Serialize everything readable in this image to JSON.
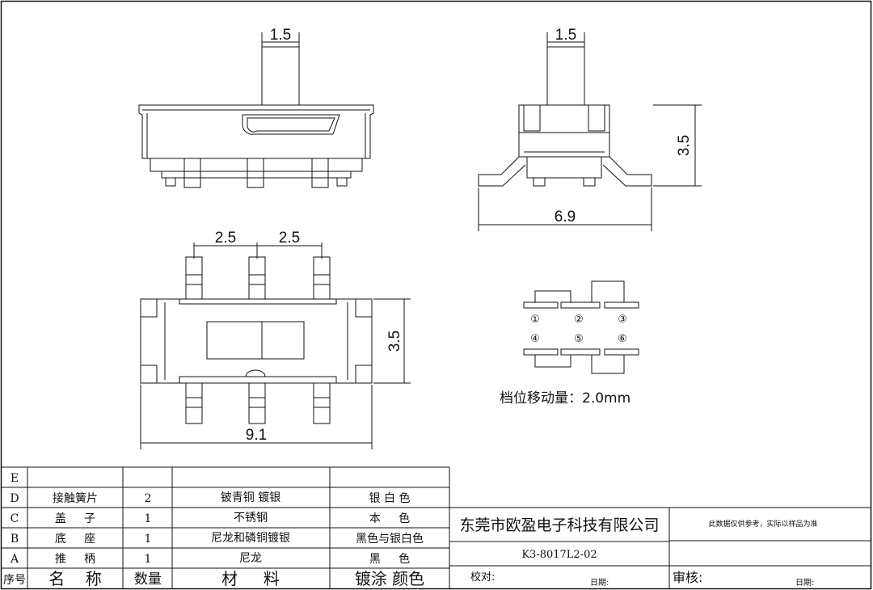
{
  "dimensions": {
    "front_actuator_width": "1.5",
    "side_actuator_width": "1.5",
    "side_height": "3.5",
    "side_total_width": "6.9",
    "top_pitch_left": "2.5",
    "top_pitch_right": "2.5",
    "top_body_height": "3.5",
    "top_body_length": "9.1"
  },
  "pin_diagram": {
    "pins": [
      "①",
      "②",
      "③",
      "④",
      "⑤",
      "⑥"
    ],
    "travel_note": "档位移动量：2.0mm"
  },
  "parts_table": {
    "rows": [
      {
        "seq": "E",
        "name": "",
        "qty": "",
        "material": "",
        "finish": ""
      },
      {
        "seq": "D",
        "name": "接触簧片",
        "qty": "2",
        "material": "铍青铜 镀银",
        "finish": "银 白 色"
      },
      {
        "seq": "C",
        "name": "盖     子",
        "qty": "1",
        "material": "不锈钢",
        "finish": "本     色"
      },
      {
        "seq": "B",
        "name": "底     座",
        "qty": "1",
        "material": "尼龙和磷铜镀银",
        "finish": "黑色与银白色"
      },
      {
        "seq": "A",
        "name": "推     柄",
        "qty": "1",
        "material": "尼龙",
        "finish": "黑     色"
      }
    ],
    "header": {
      "seq": "序号",
      "name": "名    称",
      "qty": "数量",
      "material": "材     料",
      "finish": "镀涂 颜色"
    }
  },
  "title_block": {
    "company": "东莞市欧盈电子科技有限公司",
    "part_number": "K3-8017L2-02",
    "note": "此数据仅供参考，实际以样品为准",
    "checked_label": "校对:",
    "approved_label": "审核:",
    "date_label_1": "日期:",
    "date_label_2": "日期:"
  }
}
